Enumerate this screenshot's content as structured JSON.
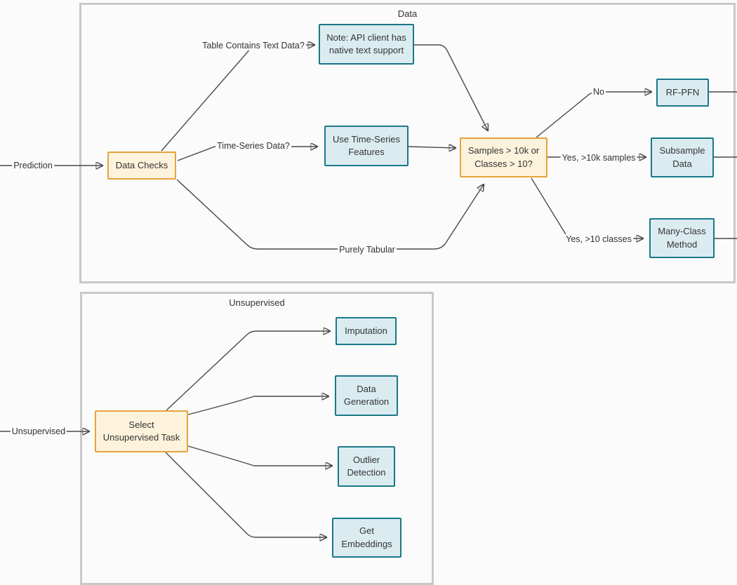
{
  "diagram": {
    "containers": {
      "data": {
        "label": "Data"
      },
      "unsupervised": {
        "label": "Unsupervised"
      }
    },
    "nodes": {
      "data_checks": {
        "label": "Data Checks",
        "type": "decision"
      },
      "note_api": {
        "label": "Note: API client has native text support",
        "type": "action"
      },
      "use_time_series": {
        "label": "Use Time-Series Features",
        "type": "action"
      },
      "samples_question": {
        "label": "Samples > 10k or Classes > 10?",
        "type": "decision"
      },
      "rf_pfn": {
        "label": "RF-PFN",
        "type": "action"
      },
      "subsample_data": {
        "label": "Subsample Data",
        "type": "action"
      },
      "many_class_method": {
        "label": "Many-Class Method",
        "type": "action"
      },
      "select_unsupervised_task": {
        "label": "Select Unsupervised Task",
        "type": "decision"
      },
      "imputation": {
        "label": "Imputation",
        "type": "action"
      },
      "data_generation": {
        "label": "Data Generation",
        "type": "action"
      },
      "outlier_detection": {
        "label": "Outlier Detection",
        "type": "action"
      },
      "get_embeddings": {
        "label": "Get Embeddings",
        "type": "action"
      }
    },
    "edge_labels": {
      "prediction": "Prediction",
      "unsupervised": "Unsupervised",
      "table_contains_text": "Table Contains Text Data?",
      "time_series": "Time-Series Data?",
      "purely_tabular": "Purely Tabular",
      "no": "No",
      "yes_10k_samples": "Yes, >10k samples",
      "yes_10_classes": "Yes, >10 classes"
    },
    "colors": {
      "decision_border": "#e9a23b",
      "decision_fill": "#fdf3dc",
      "action_border": "#1a7888",
      "action_fill": "#dbecf1",
      "line": "#4a4a4a",
      "container_border": "#c8c8c8",
      "text": "#333333",
      "bg": "#fbfbfb"
    }
  }
}
